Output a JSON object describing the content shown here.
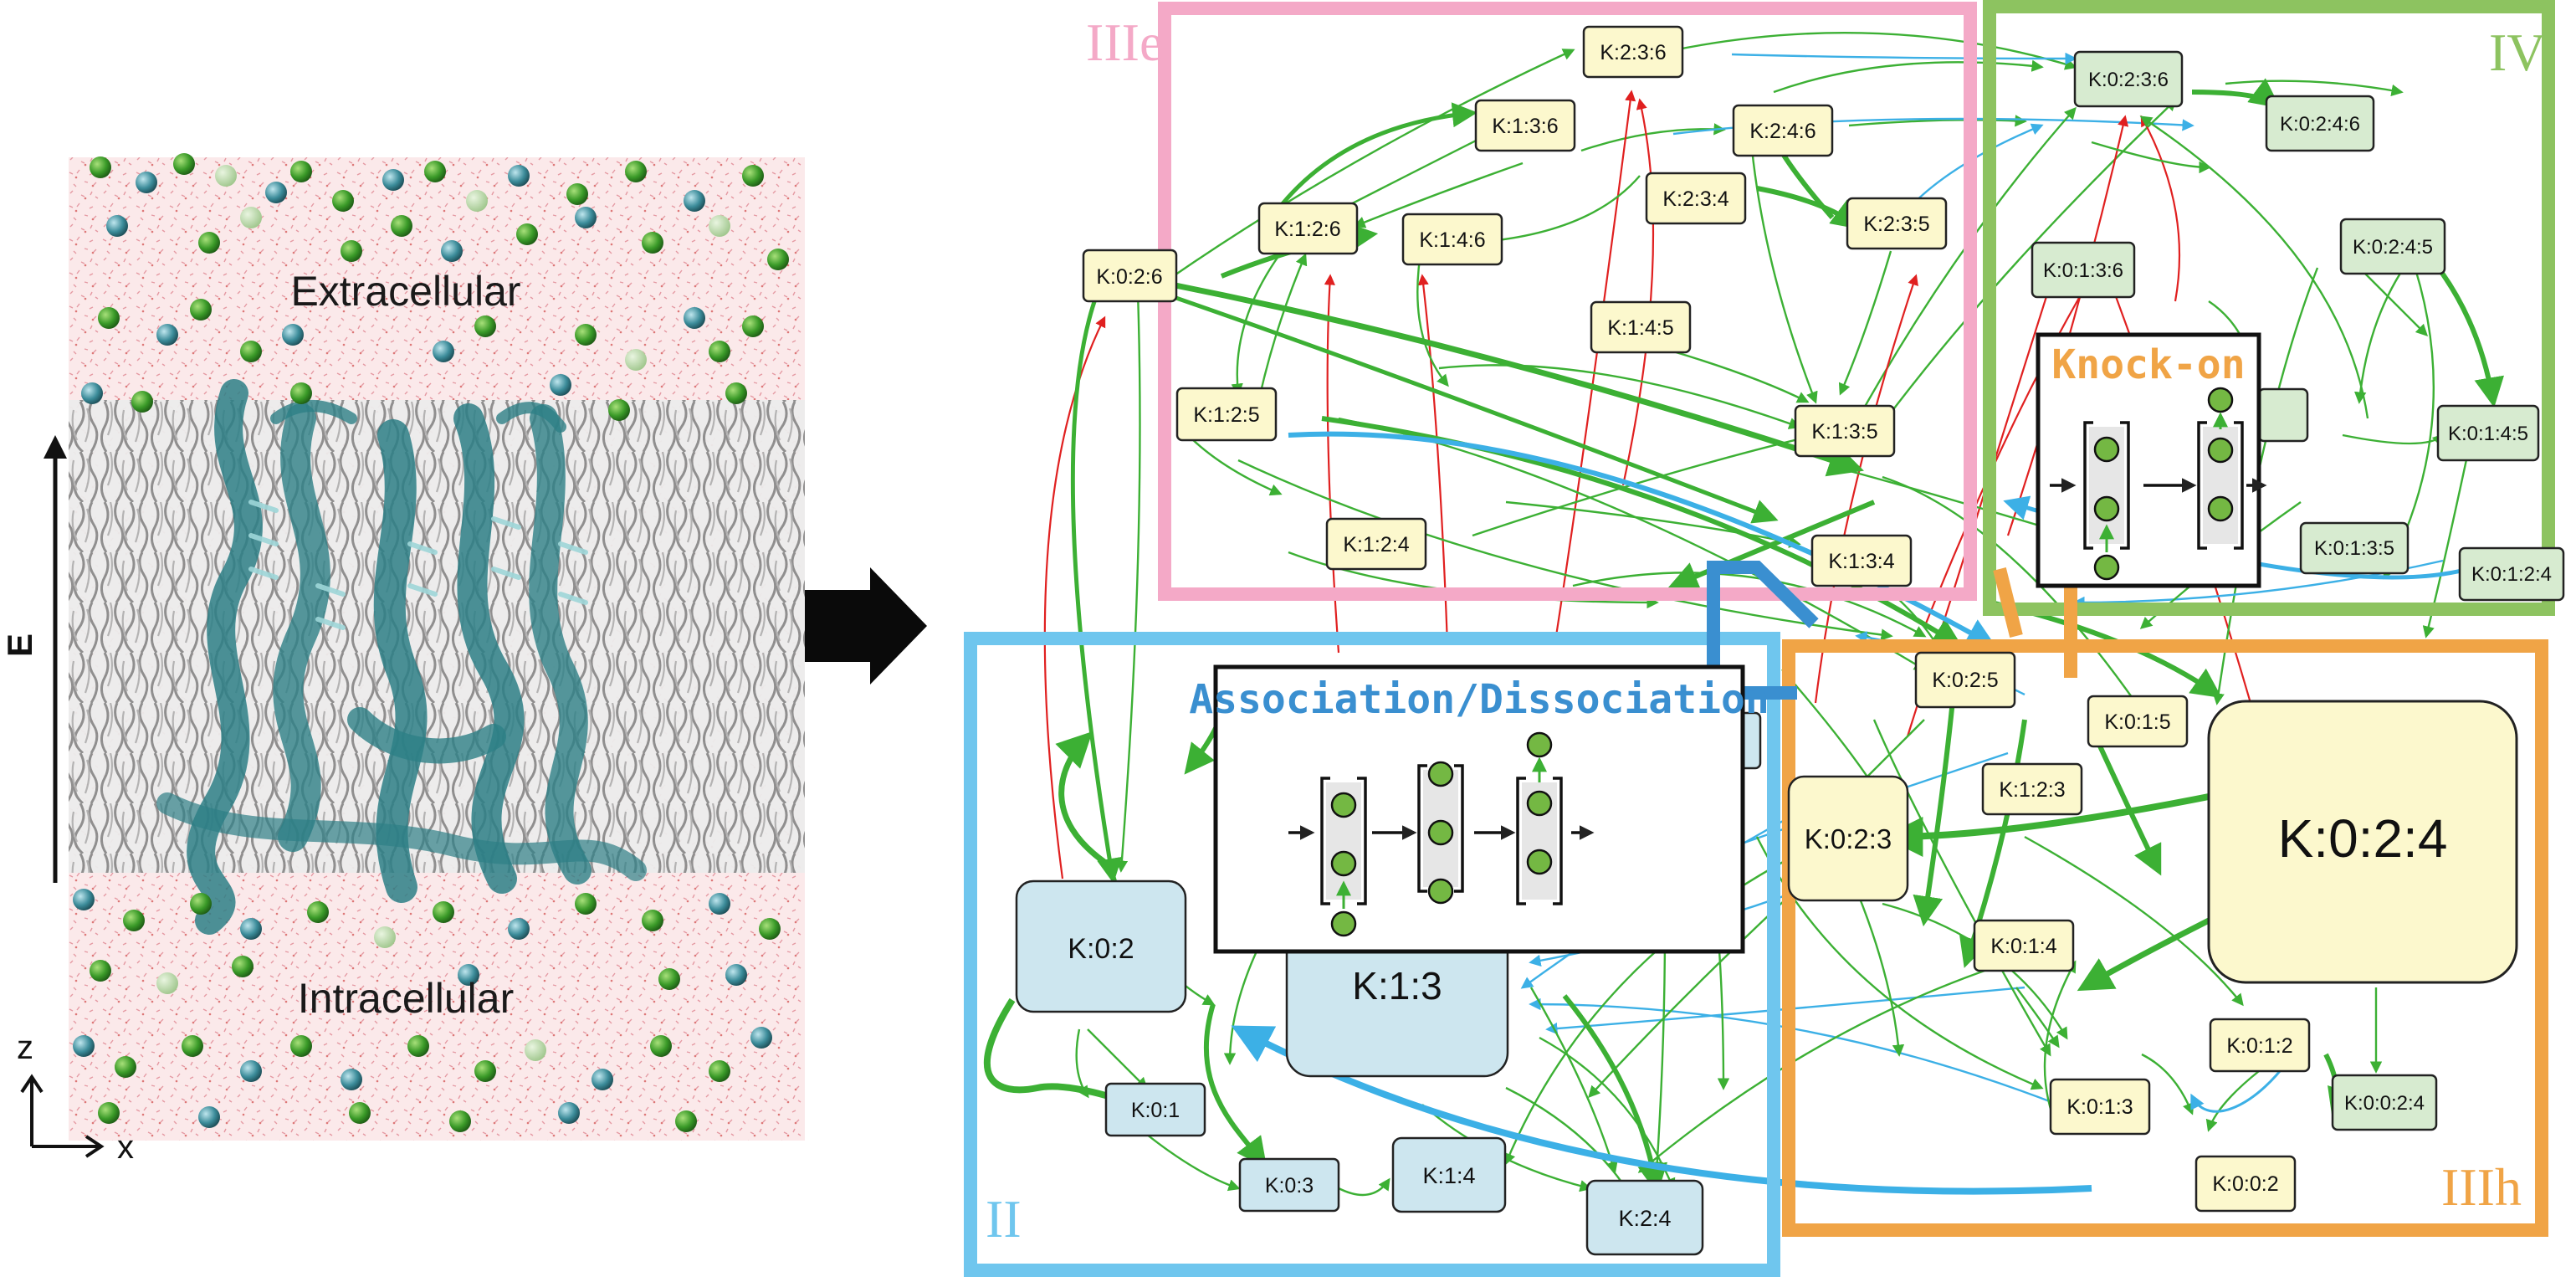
{
  "left_panel": {
    "extracellular_label": "Extracellular",
    "intracellular_label": "Intracellular",
    "field_label": "E",
    "axis_z_label": "z",
    "axis_x_label": "x"
  },
  "regions": {
    "IIIe": "IIIe",
    "IV": "IV",
    "II": "II",
    "IIIh": "IIIh"
  },
  "callouts": {
    "knock_on": "Knock-on",
    "assoc": "Association/Dissociation"
  },
  "colors": {
    "region_IIIe": "#f4a9c7",
    "region_IV": "#8dc360",
    "region_II": "#6fc6ee",
    "region_IIIh": "#f0a446",
    "node_yellow": "#fcf8cd",
    "node_green": "#d7ebd0",
    "node_blue": "#cde6ef",
    "edge_green": "#3cb034",
    "edge_blue": "#3cb0e6",
    "edge_red": "#e02020"
  },
  "nodes": {
    "k0_2_6": "K:0:2:6",
    "k1_2_6": "K:1:2:6",
    "k1_3_6": "K:1:3:6",
    "k2_3_6": "K:2:3:6",
    "k2_4_6": "K:2:4:6",
    "k1_4_6": "K:1:4:6",
    "k2_3_4": "K:2:3:4",
    "k2_3_5": "K:2:3:5",
    "k1_4_5": "K:1:4:5",
    "k1_2_5": "K:1:2:5",
    "k1_3_5": "K:1:3:5",
    "k1_2_4": "K:1:2:4",
    "k1_3_4": "K:1:3:4",
    "k0_2_3_6": "K:0:2:3:6",
    "k0_2_4_6": "K:0:2:4:6",
    "k0_1_3_6": "K:0:1:3:6",
    "k0_2_4_5": "K:0:2:4:5",
    "k0_1_4_5": "K:0:1:4:5",
    "k0_1_3_5": "K:0:1:3:5",
    "k0_1_2_4": "K:0:1:2:4",
    "k0_2_5": "K:0:2:5",
    "k0_1_5": "K:0:1:5",
    "k1_2_3": "K:1:2:3",
    "k0_2_3": "K:0:2:3",
    "k0_2_4": "K:0:2:4",
    "k0_1_4": "K:0:1:4",
    "k0_1_2": "K:0:1:2",
    "k0_0_2_4": "K:0:0:2:4",
    "k0_1_3": "K:0:1:3",
    "k0_0_2": "K:0:0:2",
    "k0_2": "K:0:2",
    "k1_3": "K:1:3",
    "k0_1": "K:0:1",
    "k0_3": "K:0:3",
    "k1_4": "K:1:4",
    "k2_4": "K:2:4"
  }
}
